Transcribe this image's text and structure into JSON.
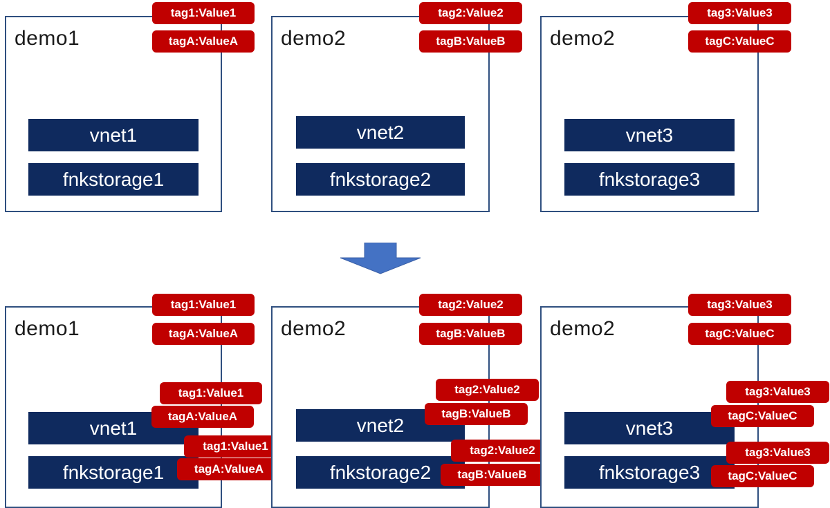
{
  "colors": {
    "group_border": "#2f4f7f",
    "resource_fill": "#0f2a5e",
    "tag_fill": "#c00000",
    "arrow_fill": "#4472c4"
  },
  "icons": {
    "arrow": "down-arrow-icon"
  },
  "before": {
    "groups": [
      {
        "title": "demo1",
        "tags": [
          "tag1:Value1",
          "tagA:ValueA"
        ],
        "resources": [
          {
            "name": "vnet1",
            "tags": []
          },
          {
            "name": "fnkstorage1",
            "tags": []
          }
        ]
      },
      {
        "title": "demo2",
        "tags": [
          "tag2:Value2",
          "tagB:ValueB"
        ],
        "resources": [
          {
            "name": "vnet2",
            "tags": []
          },
          {
            "name": "fnkstorage2",
            "tags": []
          }
        ]
      },
      {
        "title": "demo2",
        "tags": [
          "tag3:Value3",
          "tagC:ValueC"
        ],
        "resources": [
          {
            "name": "vnet3",
            "tags": []
          },
          {
            "name": "fnkstorage3",
            "tags": []
          }
        ]
      }
    ]
  },
  "after": {
    "groups": [
      {
        "title": "demo1",
        "tags": [
          "tag1:Value1",
          "tagA:ValueA"
        ],
        "resources": [
          {
            "name": "vnet1",
            "tags": [
              "tag1:Value1",
              "tagA:ValueA"
            ]
          },
          {
            "name": "fnkstorage1",
            "tags": [
              "tag1:Value1",
              "tagA:ValueA"
            ]
          }
        ]
      },
      {
        "title": "demo2",
        "tags": [
          "tag2:Value2",
          "tagB:ValueB"
        ],
        "resources": [
          {
            "name": "vnet2",
            "tags": [
              "tag2:Value2",
              "tagB:ValueB"
            ]
          },
          {
            "name": "fnkstorage2",
            "tags": [
              "tag2:Value2",
              "tagB:ValueB"
            ]
          }
        ]
      },
      {
        "title": "demo2",
        "tags": [
          "tag3:Value3",
          "tagC:ValueC"
        ],
        "resources": [
          {
            "name": "vnet3",
            "tags": [
              "tag3:Value3",
              "tagC:ValueC"
            ]
          },
          {
            "name": "fnkstorage3",
            "tags": [
              "tag3:Value3",
              "tagC:ValueC"
            ]
          }
        ]
      }
    ]
  }
}
